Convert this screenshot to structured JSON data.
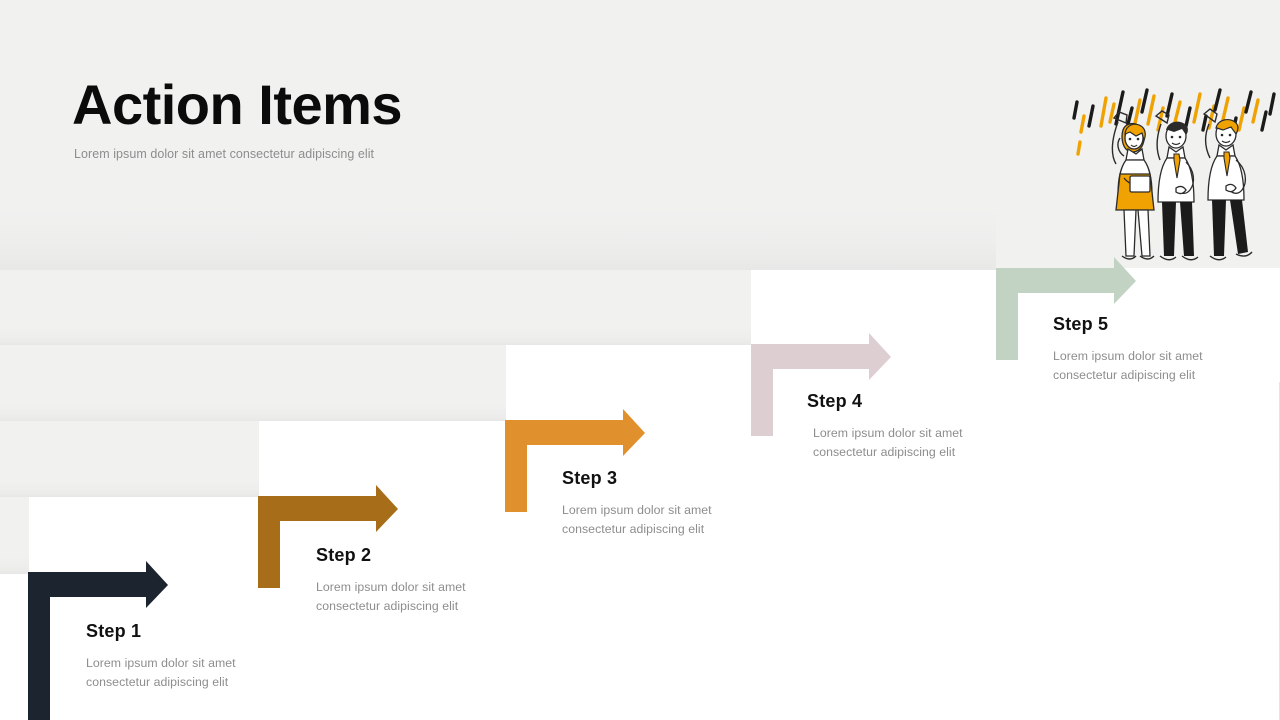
{
  "header": {
    "title": "Action Items",
    "subtitle": "Lorem ipsum dolor sit amet consectetur adipiscing elit"
  },
  "colors": {
    "background_panel": "#f1f1f0",
    "page_background": "#ffffff",
    "title_text": "#0b0b0b",
    "body_text": "#8d8d8d",
    "step1_arrow": "#1c2430",
    "step2_arrow": "#a86d18",
    "step3_arrow": "#e0902c",
    "step4_arrow": "#ddced1",
    "step5_arrow": "#c3d3c3"
  },
  "steps": [
    {
      "title": "Step 1",
      "description": "Lorem ipsum dolor sit amet consectetur adipiscing elit",
      "arrow_color": "#1c2430"
    },
    {
      "title": "Step 2",
      "description": "Lorem ipsum dolor sit amet consectetur adipiscing elit",
      "arrow_color": "#a86d18"
    },
    {
      "title": "Step 3",
      "description": "Lorem ipsum dolor sit amet consectetur adipiscing elit",
      "arrow_color": "#e0902c"
    },
    {
      "title": "Step 4",
      "description": "Lorem ipsum dolor sit amet consectetur adipiscing elit",
      "arrow_color": "#ddced1"
    },
    {
      "title": "Step 5",
      "description": "Lorem ipsum dolor sit amet consectetur adipiscing elit",
      "arrow_color": "#c3d3c3"
    }
  ],
  "illustration": {
    "name": "celebrating-team-illustration",
    "description": "Three cheering business people with raised fists and confetti streaks"
  }
}
